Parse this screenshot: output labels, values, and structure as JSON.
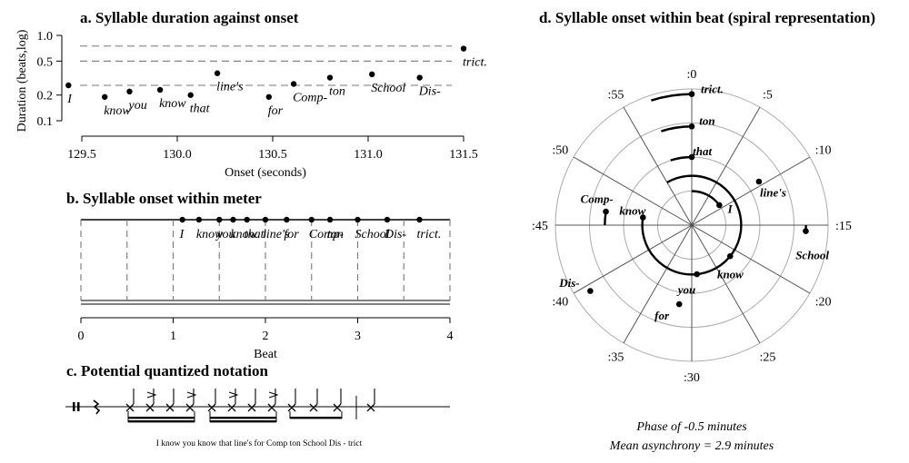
{
  "chart_data": [
    {
      "panel": "a",
      "type": "scatter",
      "title": "a. Syllable duration against onset",
      "xlabel": "Onset (seconds)",
      "ylabel": "Duration (beats,log)",
      "xlim": [
        129.4,
        131.55
      ],
      "ylim": [
        0.1,
        1.0
      ],
      "y_scale": "log",
      "xticks": [
        "129.5",
        "130.0",
        "130.5",
        "131.0",
        "131.5"
      ],
      "yticks": [
        "0.1",
        "0.2",
        "0.5",
        "1.0"
      ],
      "reference_lines": [
        0.26,
        0.5,
        0.75
      ],
      "points": [
        {
          "label": "I",
          "x": 129.43,
          "y": 0.26
        },
        {
          "label": "know",
          "x": 129.62,
          "y": 0.19
        },
        {
          "label": "you",
          "x": 129.75,
          "y": 0.22
        },
        {
          "label": "know",
          "x": 129.91,
          "y": 0.23
        },
        {
          "label": "that",
          "x": 130.07,
          "y": 0.2
        },
        {
          "label": "line's",
          "x": 130.21,
          "y": 0.36
        },
        {
          "label": "for",
          "x": 130.48,
          "y": 0.19
        },
        {
          "label": "Comp-",
          "x": 130.61,
          "y": 0.27
        },
        {
          "label": "ton",
          "x": 130.8,
          "y": 0.32
        },
        {
          "label": "School",
          "x": 131.02,
          "y": 0.35
        },
        {
          "label": "Dis-",
          "x": 131.27,
          "y": 0.32
        },
        {
          "label": "trict.",
          "x": 131.5,
          "y": 0.7
        }
      ]
    },
    {
      "panel": "b",
      "type": "scatter",
      "title": "b. Syllable onset within meter",
      "xlabel": "Beat",
      "xlim": [
        0,
        4
      ],
      "xticks": [
        "0",
        "1",
        "2",
        "3",
        "4"
      ],
      "onsets": [
        {
          "label": "I",
          "x": 1.1
        },
        {
          "label": "know",
          "x": 1.28
        },
        {
          "label": "you",
          "x": 1.5
        },
        {
          "label": "know",
          "x": 1.65
        },
        {
          "label": "that",
          "x": 1.8
        },
        {
          "label": "line's",
          "x": 2.0
        },
        {
          "label": "for",
          "x": 2.23
        },
        {
          "label": "Comp-",
          "x": 2.5
        },
        {
          "label": "ton",
          "x": 2.7
        },
        {
          "label": "School",
          "x": 3.0
        },
        {
          "label": "Dis-",
          "x": 3.32
        },
        {
          "label": "trict.",
          "x": 3.67
        }
      ]
    },
    {
      "panel": "c",
      "type": "notation",
      "title": "c. Potential quantized notation",
      "lyric": "I  know you know that line's for Comp ton School Dis  -  trict"
    },
    {
      "panel": "d",
      "type": "polar",
      "title": "d. Syllable onset within beat (spiral representation)",
      "clock_labels": [
        ":0",
        ":5",
        ":10",
        ":15",
        ":20",
        ":25",
        ":30",
        ":35",
        ":40",
        ":45",
        ":50",
        ":55"
      ],
      "rings": 4,
      "syllables": [
        {
          "label": "I",
          "minute": 9.0,
          "ring": 1,
          "arc_start": 0
        },
        {
          "label": "know",
          "minute": 46.5,
          "ring": 1.45,
          "arc_start": 55
        },
        {
          "label": "you",
          "minute": 29.0,
          "ring": 1.45,
          "arc_start": 29
        },
        {
          "label": "know",
          "minute": 21.5,
          "ring": 1.45,
          "arc_start": 21.5
        },
        {
          "label": "that",
          "minute": 0,
          "ring": 2,
          "arc_start": 0
        },
        {
          "label": "line's",
          "minute": 9.5,
          "ring": 2.35,
          "arc_start": 9.5
        },
        {
          "label": "for",
          "minute": 31.5,
          "ring": 2.35,
          "arc_start": 31.5
        },
        {
          "label": "Comp-",
          "minute": 46.5,
          "ring": 2.55,
          "arc_start": 45
        },
        {
          "label": "ton",
          "minute": 0,
          "ring": 2.9,
          "arc_start": 0
        },
        {
          "label": "School",
          "minute": 15.5,
          "ring": 3.35,
          "arc_start": 15
        },
        {
          "label": "Dis-",
          "minute": 39.5,
          "ring": 3.55,
          "arc_start": 39.5
        },
        {
          "label": "trict.",
          "minute": 0,
          "ring": 3.85,
          "arc_start": 0
        }
      ],
      "footer": [
        "Phase of -0.5 minutes",
        "Mean asynchrony = 2.9 minutes"
      ]
    }
  ]
}
